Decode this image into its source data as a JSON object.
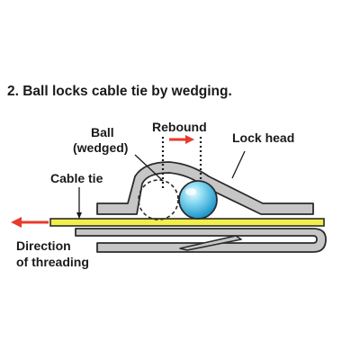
{
  "title": "2. Ball locks cable tie by wedging.",
  "labels": {
    "rebound": "Rebound",
    "ball_line1": "Ball",
    "ball_line2": "(wedged)",
    "lock_head": "Lock head",
    "cable_tie": "Cable tie",
    "direction_line1": "Direction",
    "direction_line2": "of threading"
  },
  "colors": {
    "metal_fill": "#c6c6c6",
    "outline": "#2b2b2b",
    "cable_tie": "#f2ee4a",
    "ball_light": "#bfeefa",
    "ball_dark": "#1aa2d6",
    "arrow_red": "#e83a2e",
    "text": "#1a1a1a"
  }
}
